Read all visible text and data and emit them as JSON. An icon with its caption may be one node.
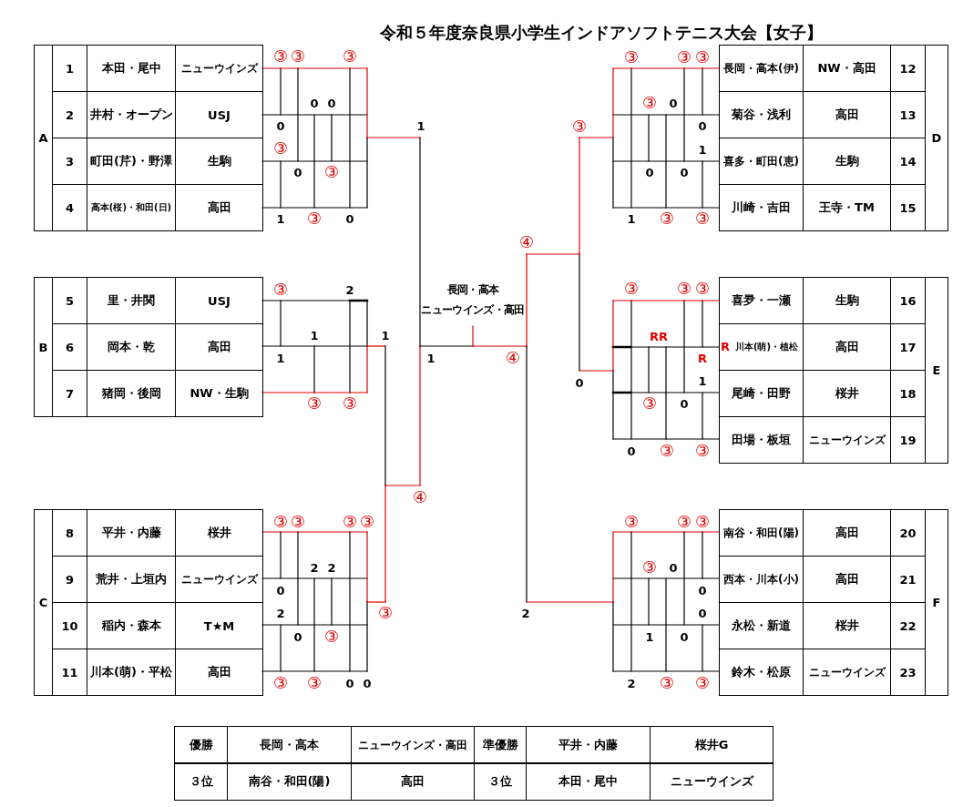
{
  "diagram": {
    "title": "令和５年度奈良県小学生インドアソフトテニス大会【女子】",
    "labels": [
      "A",
      "1",
      "本田・尾中",
      "ニューウインズ",
      "2",
      "井村・オープン",
      "USJ",
      "3",
      "町田(芹)・野澤",
      "生駒",
      "4",
      "高本(桜)・和田(日)",
      "高田",
      "B",
      "5",
      "里・井関",
      "USJ",
      "6",
      "岡本・乾",
      "高田",
      "7",
      "猪岡・後岡",
      "NW・生駒",
      "C",
      "8",
      "平井・内藤",
      "桜井",
      "9",
      "荒井・上垣内",
      "ニューウインズ",
      "10",
      "稲内・森本",
      "T★M",
      "11",
      "川本(萌)・平松",
      "高田",
      "長岡・高本(伊)",
      "NW・高田",
      "12",
      "菊谷・浅利",
      "高田",
      "13",
      "喜多・町田(恵)",
      "生駒",
      "14",
      "川崎・吉田",
      "王寺・TM",
      "15",
      "D",
      "喜夛・一瀬",
      "生駒",
      "16",
      "R",
      "川本(萌)・植松",
      "高田",
      "17",
      "尾崎・田野",
      "桜井",
      "18",
      "田場・板垣",
      "ニューウインズ",
      "19",
      "E",
      "南谷・和田(陽)",
      "高田",
      "20",
      "西本・川本(小)",
      "高田",
      "21",
      "永松・新道",
      "桜井",
      "22",
      "鈴木・松原",
      "ニューウインズ",
      "23",
      "F",
      "③",
      "③",
      "③",
      "0",
      "0",
      "0",
      "1",
      "③",
      "0",
      "③",
      "1",
      "③",
      "0",
      "③",
      "③",
      "③",
      "③",
      "0",
      "③",
      "0",
      "1",
      "0",
      "0",
      "1",
      "③",
      "③",
      "④",
      "③",
      "2",
      "長岡・高本",
      "ニューウインズ・高田",
      "③",
      "③",
      "③",
      "1",
      "1",
      "RR",
      "1",
      "1",
      "④",
      "R",
      "0",
      "1",
      "③",
      "③",
      "③",
      "0",
      "0",
      "③",
      "③",
      "④",
      "③",
      "③",
      "③",
      "③",
      "③",
      "③",
      "③",
      "2",
      "2",
      "③",
      "0",
      "0",
      "0",
      "2",
      "③",
      "2",
      "0",
      "0",
      "③",
      "1",
      "0",
      "③",
      "③",
      "0",
      "0",
      "2",
      "③",
      "③",
      "優勝",
      "長岡・高本",
      "ニューウインズ・高田",
      "準優勝",
      "平井・内藤",
      "桜井G",
      "３位",
      "南谷・和田(陽)",
      "高田",
      "３位",
      "本田・尾中",
      "ニューウインズ"
    ]
  }
}
